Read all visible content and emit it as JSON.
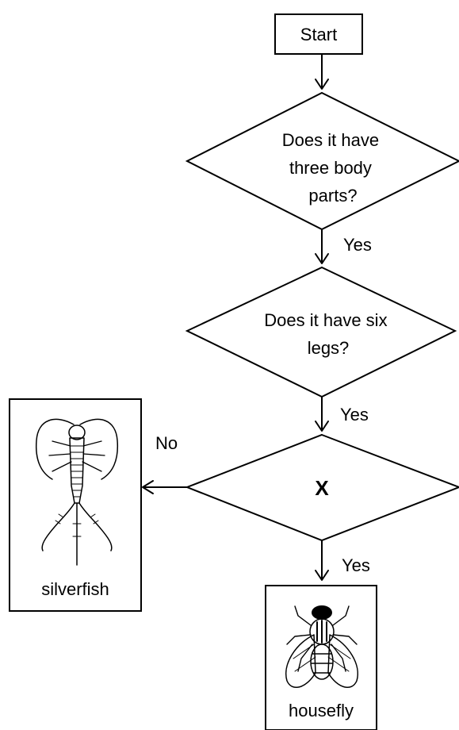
{
  "flowchart": {
    "start_label": "Start",
    "question1_lines": [
      "Does it have",
      "three body",
      "parts?"
    ],
    "question2_lines": [
      "Does it have six",
      "legs?"
    ],
    "question3_label": "X",
    "yes_label_1": "Yes",
    "yes_label_2": "Yes",
    "yes_label_3": "Yes",
    "no_label": "No",
    "outcome_left": {
      "label": "silverfish",
      "icon": "silverfish-icon"
    },
    "outcome_bottom": {
      "label": "housefly",
      "icon": "housefly-icon"
    }
  }
}
